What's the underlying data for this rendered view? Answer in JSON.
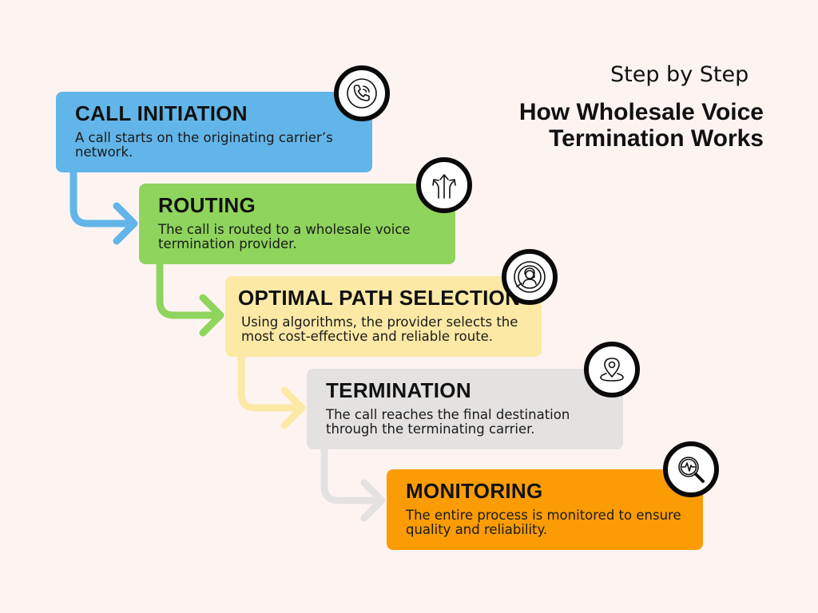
{
  "header": {
    "subtitle": "Step by Step",
    "title_line1": "How Wholesale Voice",
    "title_line2": "Termination Works"
  },
  "steps": [
    {
      "title": "CALL INITIATION",
      "description": "A call starts on the originating carrier’s network.",
      "color": "#62b5e8",
      "icon": "phone-icon"
    },
    {
      "title": "ROUTING",
      "description": "The call is routed to a wholesale voice termination provider.",
      "color": "#8fd45c",
      "icon": "route-arrows-icon"
    },
    {
      "title": "OPTIMAL PATH SELECTION",
      "description": "Using algorithms, the provider selects the most cost-effective and reliable route.",
      "color": "#fde9a6",
      "icon": "operator-icon"
    },
    {
      "title": "TERMINATION",
      "description": "The call reaches the final destination through the terminating carrier.",
      "color": "#e3e2e1",
      "icon": "location-pin-icon"
    },
    {
      "title": "MONITORING",
      "description": "The entire process is monitored to ensure quality and reliability.",
      "color": "#fb9c04",
      "icon": "magnifier-pulse-icon"
    }
  ]
}
